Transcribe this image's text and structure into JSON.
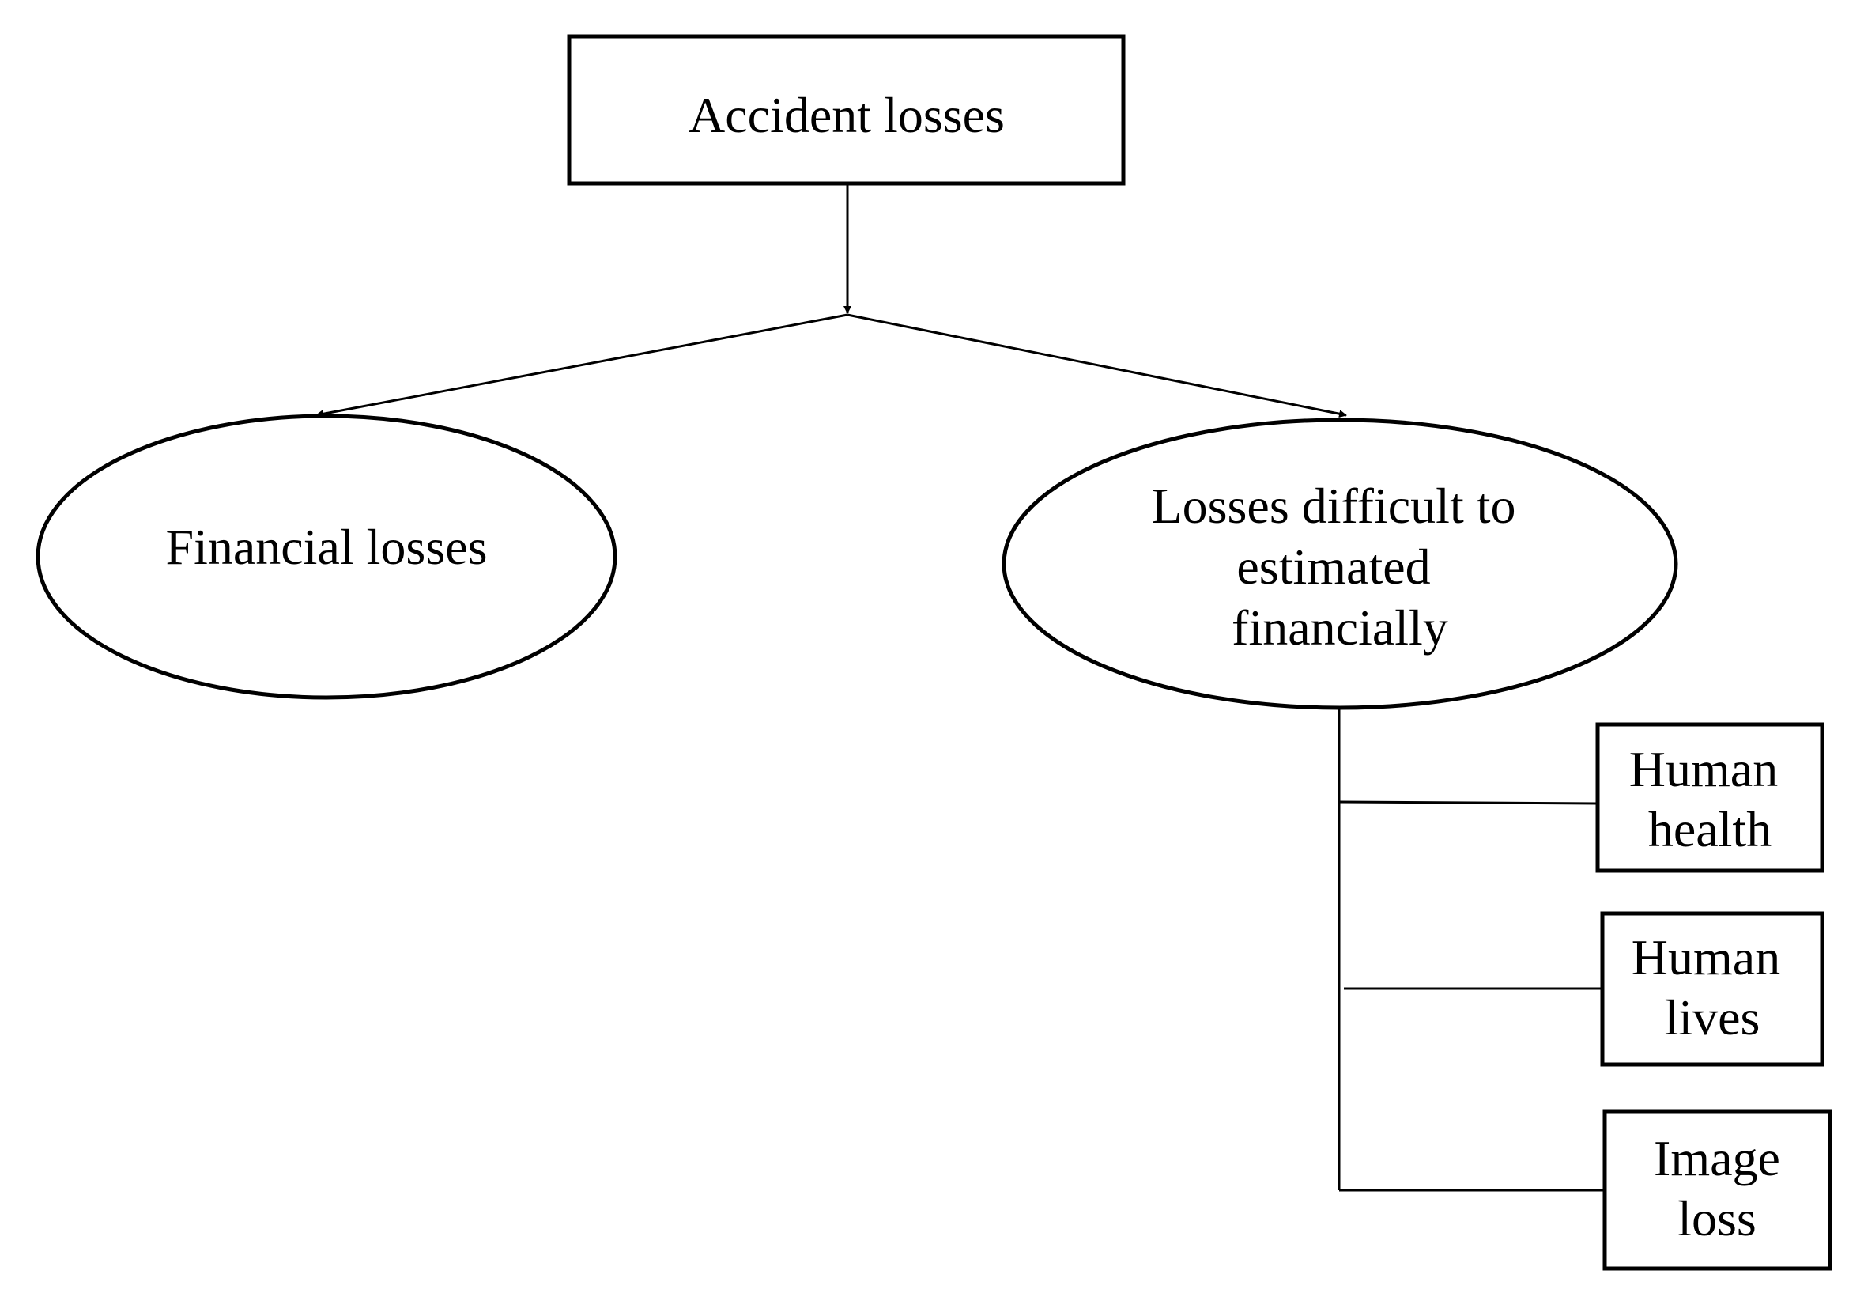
{
  "nodes": {
    "root": {
      "lines": [
        "Accident losses"
      ]
    },
    "financial": {
      "lines": [
        "Financial losses"
      ]
    },
    "difficult": {
      "lines": [
        "Losses difficult to",
        "estimated",
        "financially"
      ]
    },
    "human_health": {
      "lines": [
        "Human",
        "health"
      ]
    },
    "human_lives": {
      "lines": [
        "Human",
        "lives"
      ]
    },
    "image_loss": {
      "lines": [
        "Image",
        "loss"
      ]
    }
  },
  "colors": {
    "stroke": "#000000",
    "background": "#ffffff"
  }
}
